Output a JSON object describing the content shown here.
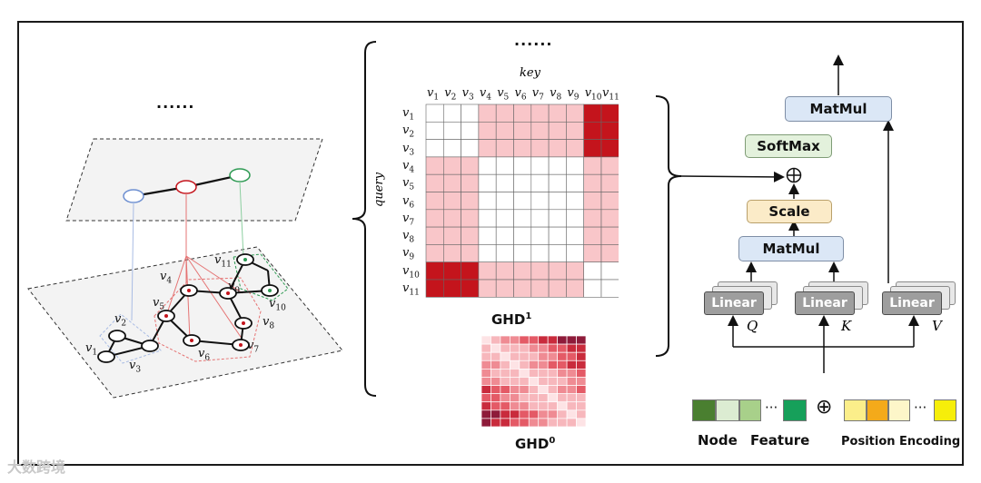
{
  "ellipsis": "......",
  "key_label": "key",
  "query_label": "query",
  "nodes": [
    "v1",
    "v2",
    "v3",
    "v4",
    "v5",
    "v6",
    "v7",
    "v8",
    "v9",
    "v10",
    "v11"
  ],
  "ghd1": {
    "name": "GHD",
    "sup": "1"
  },
  "ghd0": {
    "name": "GHD",
    "sup": "0"
  },
  "blocks": {
    "matmul_top": "MatMul",
    "softmax": "SoftMax",
    "scale": "Scale",
    "matmul_bottom": "MatMul",
    "linear": "Linear"
  },
  "qkv": {
    "q": "Q",
    "k": "K",
    "v": "V"
  },
  "legend": {
    "node_word": "Node",
    "feature_word": "Feature",
    "position_encoding": "Position Encoding",
    "dots": "···",
    "plus": "⊕"
  },
  "watermark": "大数跨境",
  "colors": {
    "dark_red": "#c4141c",
    "pink": "#f9c6c9",
    "red_line": "#e57373",
    "green": "#2e9a53",
    "blue": "#6d8fd1"
  }
}
